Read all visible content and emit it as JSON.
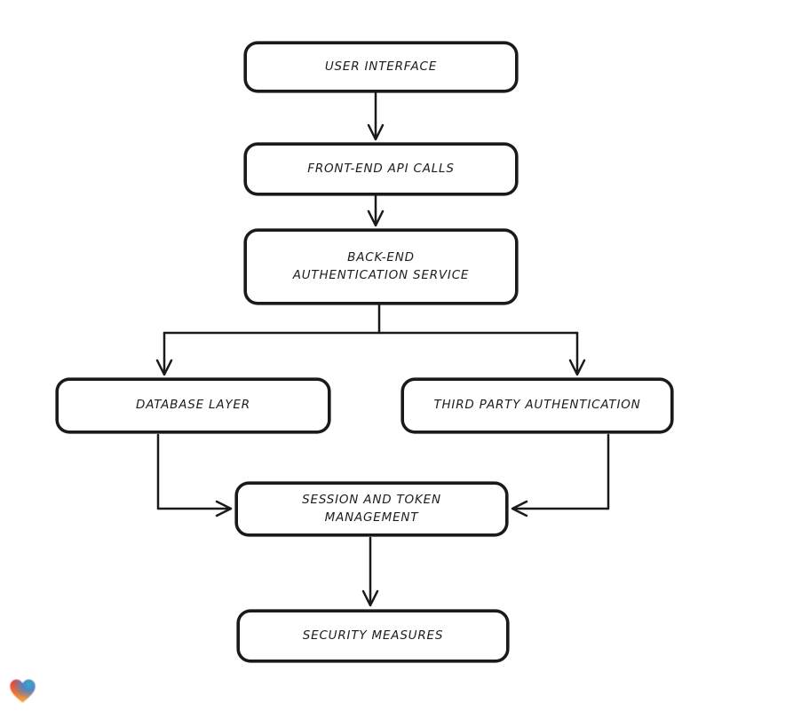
{
  "diagram": {
    "type": "flowchart",
    "background_color": "#ffffff",
    "stroke_color": "#1a1a1a",
    "node_fill_color": "#ffffff",
    "nodes": [
      {
        "id": "user-interface",
        "label": "USER INTERFACE"
      },
      {
        "id": "front-end-api-calls",
        "label": "FRONT-END API CALLS"
      },
      {
        "id": "back-end-authentication-service",
        "label": "BACK-END AUTHENTICATION SERVICE"
      },
      {
        "id": "database-layer",
        "label": "DATABASE LAYER"
      },
      {
        "id": "third-party-authentication",
        "label": "THIRD PARTY AUTHENTICATION"
      },
      {
        "id": "session-and-token-management",
        "label": "SESSION AND TOKEN MANAGEMENT"
      },
      {
        "id": "security-measures",
        "label": "SECURITY MEASURES"
      }
    ],
    "edges": [
      {
        "from": "user-interface",
        "to": "front-end-api-calls"
      },
      {
        "from": "front-end-api-calls",
        "to": "back-end-authentication-service"
      },
      {
        "from": "back-end-authentication-service",
        "to": "database-layer"
      },
      {
        "from": "back-end-authentication-service",
        "to": "third-party-authentication"
      },
      {
        "from": "database-layer",
        "to": "session-and-token-management"
      },
      {
        "from": "third-party-authentication",
        "to": "session-and-token-management"
      },
      {
        "from": "session-and-token-management",
        "to": "security-measures"
      }
    ]
  },
  "watermark": {
    "name": "heart-logo",
    "colors": {
      "red": "#e63b2e",
      "teal": "#2bb0c9",
      "blue": "#3f87d6",
      "orange": "#f6a13c"
    }
  }
}
